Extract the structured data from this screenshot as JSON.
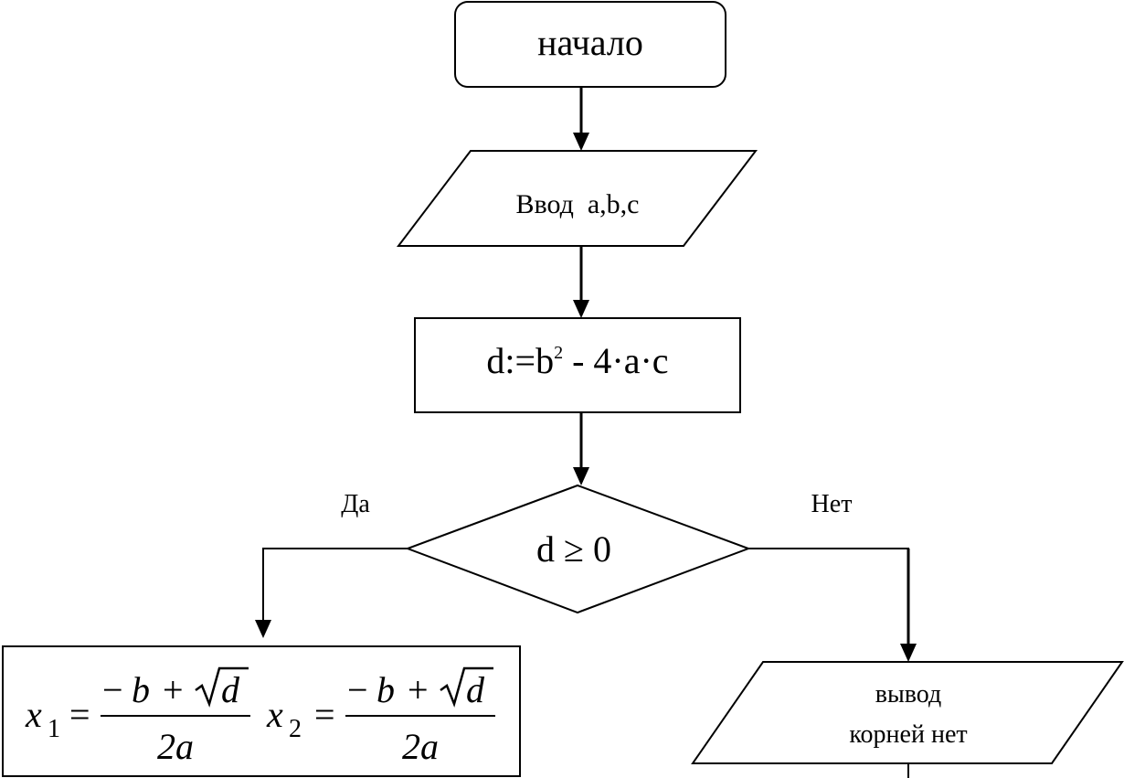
{
  "nodes": {
    "start": {
      "text": "начало"
    },
    "input": {
      "text": "Ввод  a,b,c"
    },
    "compute": {
      "prefix": "d:=b",
      "superscript": "2",
      "suffix": " - 4·a·c"
    },
    "decision": {
      "text": "d ≥ 0"
    },
    "roots": {
      "x1_var": "x",
      "x1_sub": "1",
      "x2_var": "x",
      "x2_sub": "2",
      "equals": "=",
      "numerator_sign": "−",
      "numerator_b": "b",
      "plus": "+",
      "radicand": "d",
      "denominator": "2a"
    },
    "output": {
      "line1": "вывод",
      "line2": "корней нет"
    }
  },
  "branches": {
    "yes": "Да",
    "no": "Нет"
  }
}
